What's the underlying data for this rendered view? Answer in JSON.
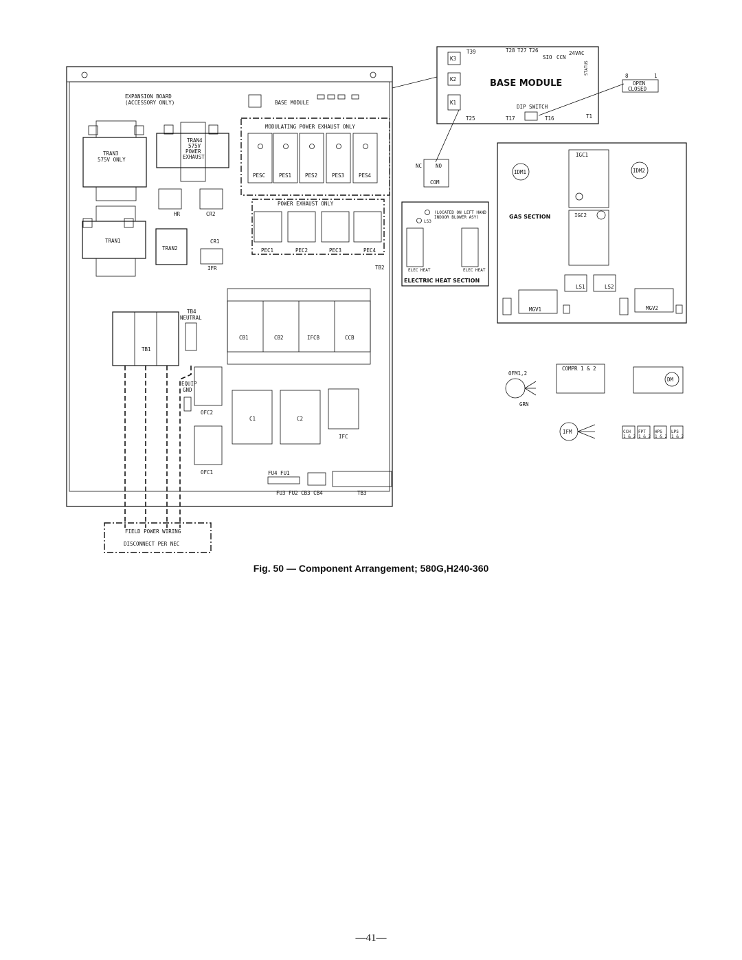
{
  "caption": "Fig. 50 — Component Arrangement; 580G,H240-360",
  "page_number": "—41—",
  "control_box": {
    "expansion_board": [
      "EXPANSION BOARD",
      "(ACCESSORY ONLY)"
    ],
    "base_module": "BASE MODULE",
    "modulating_power_exhaust": "MODULATING POWER EXHAUST ONLY",
    "power_exhaust_only": "POWER EXHAUST ONLY",
    "tran3": [
      "TRAN3",
      "575V ONLY"
    ],
    "tran4": [
      "TRAN4",
      "575V",
      "POWER",
      "EXHAUST"
    ],
    "tran1": "TRAN1",
    "tran2": "TRAN2",
    "hr": "HR",
    "cr2": "CR2",
    "cr1": "CR1",
    "ifr": "IFR",
    "pes": [
      "PESC",
      "PES1",
      "PES2",
      "PES3",
      "PES4"
    ],
    "pec": [
      "PEC1",
      "PEC2",
      "PEC3",
      "PEC4"
    ],
    "tb2": "TB2",
    "tb4": [
      "TB4",
      "NEUTRAL"
    ],
    "tb1": "TB1",
    "equip_gnd": [
      "EQUIP",
      "GND"
    ],
    "breakers": [
      "CB1",
      "CB2",
      "IFCB",
      "CCB"
    ],
    "contactors": [
      "C1",
      "C2",
      "IFC"
    ],
    "ofc2": "OFC2",
    "ofc1": "OFC1",
    "fuses_top": "FU4  FU1",
    "fuses_bottom": "FU3  FU2  CB3 CB4",
    "tb3": "TB3",
    "field_wiring": [
      "FIELD POWER WIRING",
      "DISCONNECT PER NEC"
    ]
  },
  "base_module_detail": {
    "title": "BASE MODULE",
    "relays": [
      "K3",
      "K2",
      "K1"
    ],
    "terminals_top": [
      "T39",
      "T28",
      "T27",
      "T26"
    ],
    "top_right": [
      "SIO",
      "CCN",
      "24VAC"
    ],
    "status": "STATUS",
    "t25": "T25",
    "dip_switch": "DIP SWITCH",
    "t17": "T17",
    "t16": "T16",
    "t1": "T1",
    "switch_numbers": [
      "8",
      "1"
    ],
    "switch_legend": [
      "OPEN",
      "CLOSED"
    ],
    "relay_contacts": [
      "NC",
      "NO",
      "COM"
    ]
  },
  "gas_section": {
    "igc1": "IGC1",
    "igc2": "IGC2",
    "idm1": "IDM1",
    "idm2": "IDM2",
    "label": "GAS SECTION",
    "ls1": "LS1",
    "ls2": "LS2",
    "mgv1": "MGV1",
    "mgv2": "MGV2"
  },
  "electric_heat": {
    "note": [
      "(LOCATED ON LEFT HAND",
      "INDOOR BLOWER ASY)"
    ],
    "ls3": "LS3",
    "elec_heat": "ELEC HEAT",
    "label": "ELECTRIC HEAT SECTION"
  },
  "motors": {
    "ofm": "OFM1,2",
    "grn": "GRN",
    "compr": "COMPR 1 & 2",
    "dm": "DM",
    "ifm": "IFM",
    "plugs": [
      "CCH",
      "FPT",
      "HPS",
      "LPS"
    ],
    "plug_numbers": "1 & 2"
  }
}
